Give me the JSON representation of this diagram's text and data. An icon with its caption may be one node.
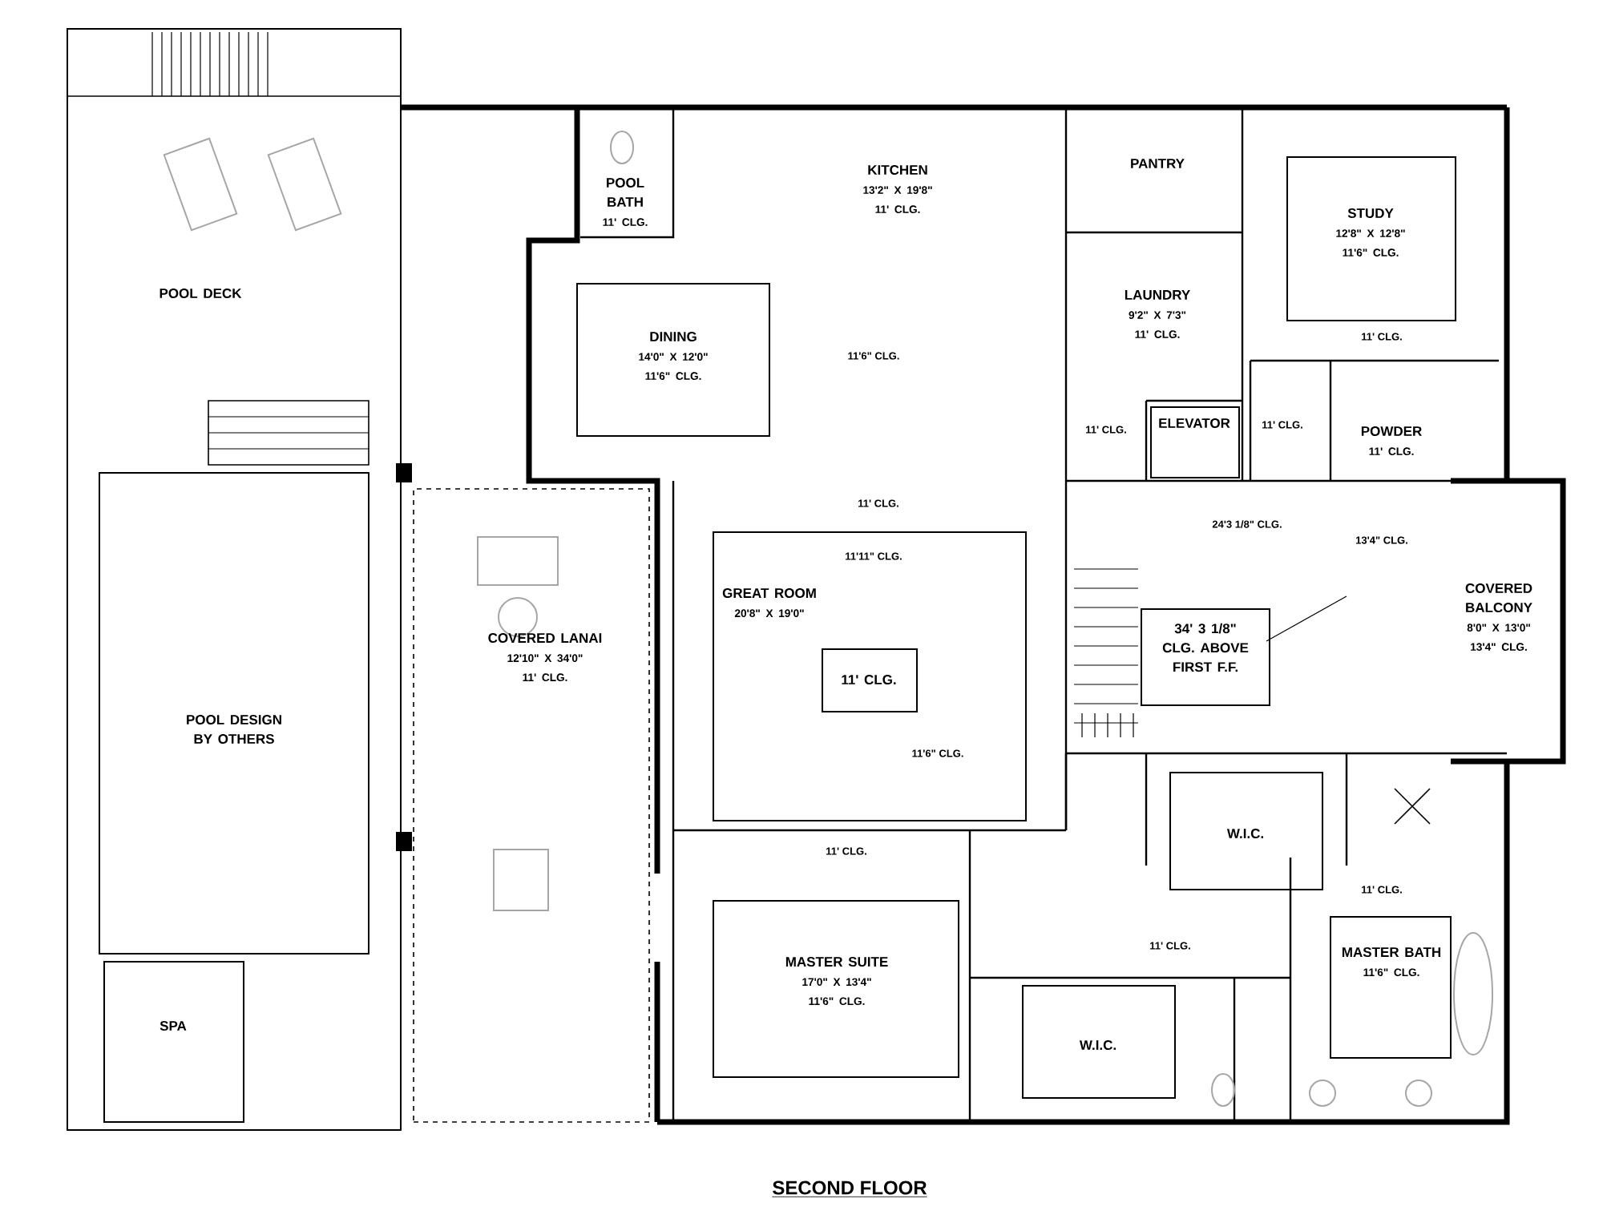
{
  "diagram": {
    "title": "SECOND FLOOR",
    "nodes": [
      {
        "text": [
          "POOL DECK"
        ]
      },
      {
        "text": [
          "POOL DESIGN BY OTHERS"
        ],
        "in": 0
      },
      {
        "text": [
          "SPA"
        ],
        "in": 0
      },
      {
        "text": [
          "COVERED LANAI",
          "12'10\" X 34'0\"",
          "11' CLG."
        ]
      },
      {
        "text": [
          "POOL BATH",
          "11' CLG."
        ]
      },
      {
        "text": [
          "KITCHEN",
          "13'2\" X 19'8\"",
          "11' CLG."
        ]
      },
      {
        "text": [
          "DINING",
          "14'0\" X 12'0\"",
          "11'6\" CLG."
        ]
      },
      {
        "text": [
          "PANTRY"
        ]
      },
      {
        "text": [
          "LAUNDRY",
          "9'2\" X 7'3\"",
          "11' CLG."
        ]
      },
      {
        "text": [
          "STUDY",
          "12'8\" X 12'8\"",
          "11'6\" CLG."
        ]
      },
      {
        "text": [
          "ELEVATOR"
        ]
      },
      {
        "text": [
          "POWDER",
          "11' CLG."
        ]
      },
      {
        "text": [
          "GREAT ROOM",
          "20'8\" X 19'0\""
        ]
      },
      {
        "text": [
          "11' CLG."
        ],
        "in": 12
      },
      {
        "text": [
          "34' 3 1/8\" CLG. ABOVE FIRST F.F."
        ]
      },
      {
        "text": [
          "COVERED BALCONY",
          "8'0\" X 13'0\"",
          "13'4\" CLG."
        ]
      },
      {
        "text": [
          "W.I.C."
        ]
      },
      {
        "text": [
          "MASTER SUITE",
          "17'0\" X 13'4\"",
          "11'6\" CLG."
        ]
      },
      {
        "text": [
          "W.I.C."
        ]
      },
      {
        "text": [
          "MASTER BATH",
          "11'6\" CLG."
        ]
      }
    ],
    "labels": [
      "11' CLG.",
      "11'6\" CLG.",
      "11' CLG.",
      "11' CLG.",
      "11' CLG.",
      "24'3 1/8\" CLG.",
      "13'4\" CLG.",
      "11'11\" CLG.",
      "11'6\" CLG.",
      "11' CLG.",
      "11' CLG.",
      "11' CLG."
    ]
  }
}
